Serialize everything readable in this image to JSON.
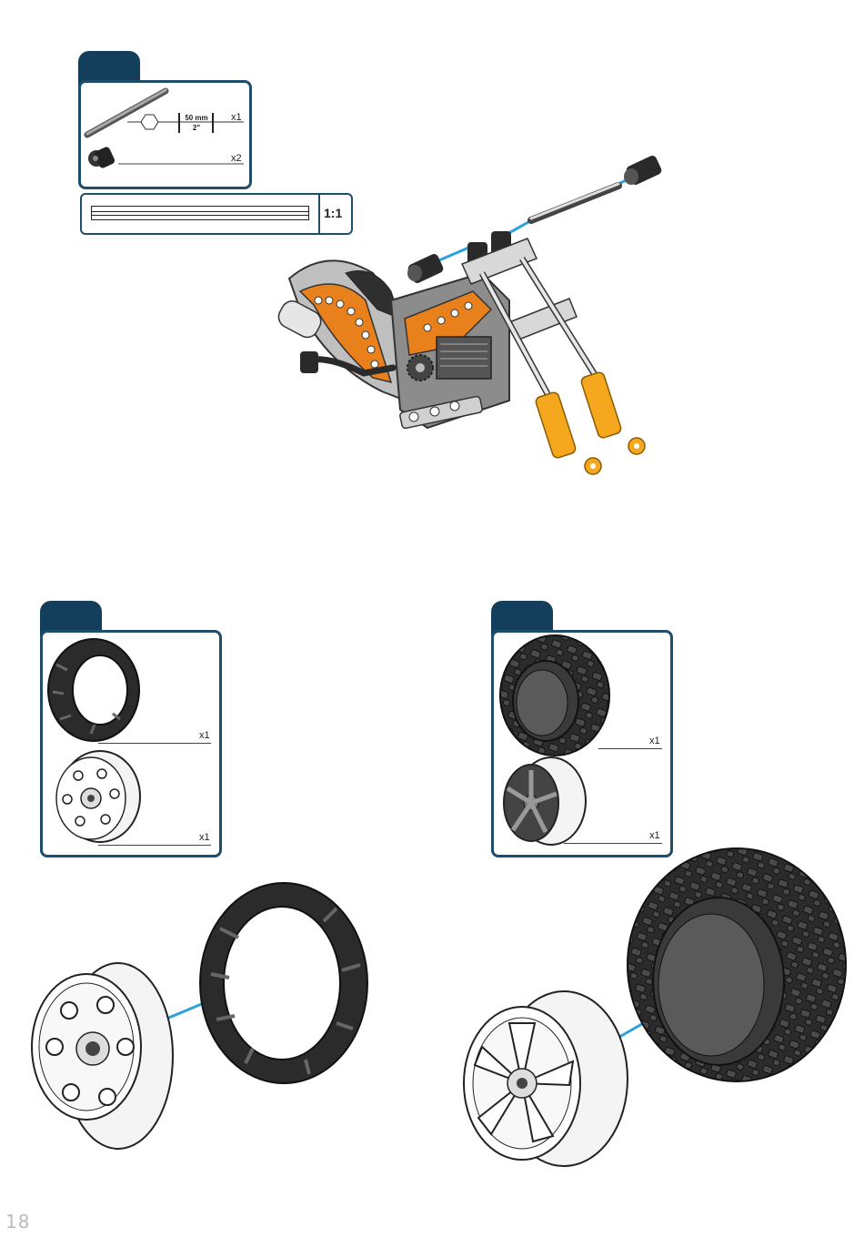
{
  "page": {
    "number": "18"
  },
  "step_top": {
    "parts": [
      {
        "name": "axle",
        "length_mm": "50 mm",
        "length_in": "2\"",
        "qty": "x1"
      },
      {
        "name": "axle-collar",
        "qty": "x2"
      }
    ],
    "ruler": {
      "scale": "1:1"
    }
  },
  "step_left": {
    "parts": [
      {
        "name": "tyre-smooth",
        "qty": "x1"
      },
      {
        "name": "rim-six-hole",
        "qty": "x1"
      }
    ]
  },
  "step_right": {
    "parts": [
      {
        "name": "tyre-knobby",
        "qty": "x1"
      },
      {
        "name": "rim-five-spoke",
        "qty": "x1"
      }
    ]
  },
  "colors": {
    "frame": "#143f5c",
    "guide_line": "#2aa3dc",
    "orange": "#e8801c",
    "yellow": "#f5a81d",
    "tyre": "#2b2b2b"
  }
}
